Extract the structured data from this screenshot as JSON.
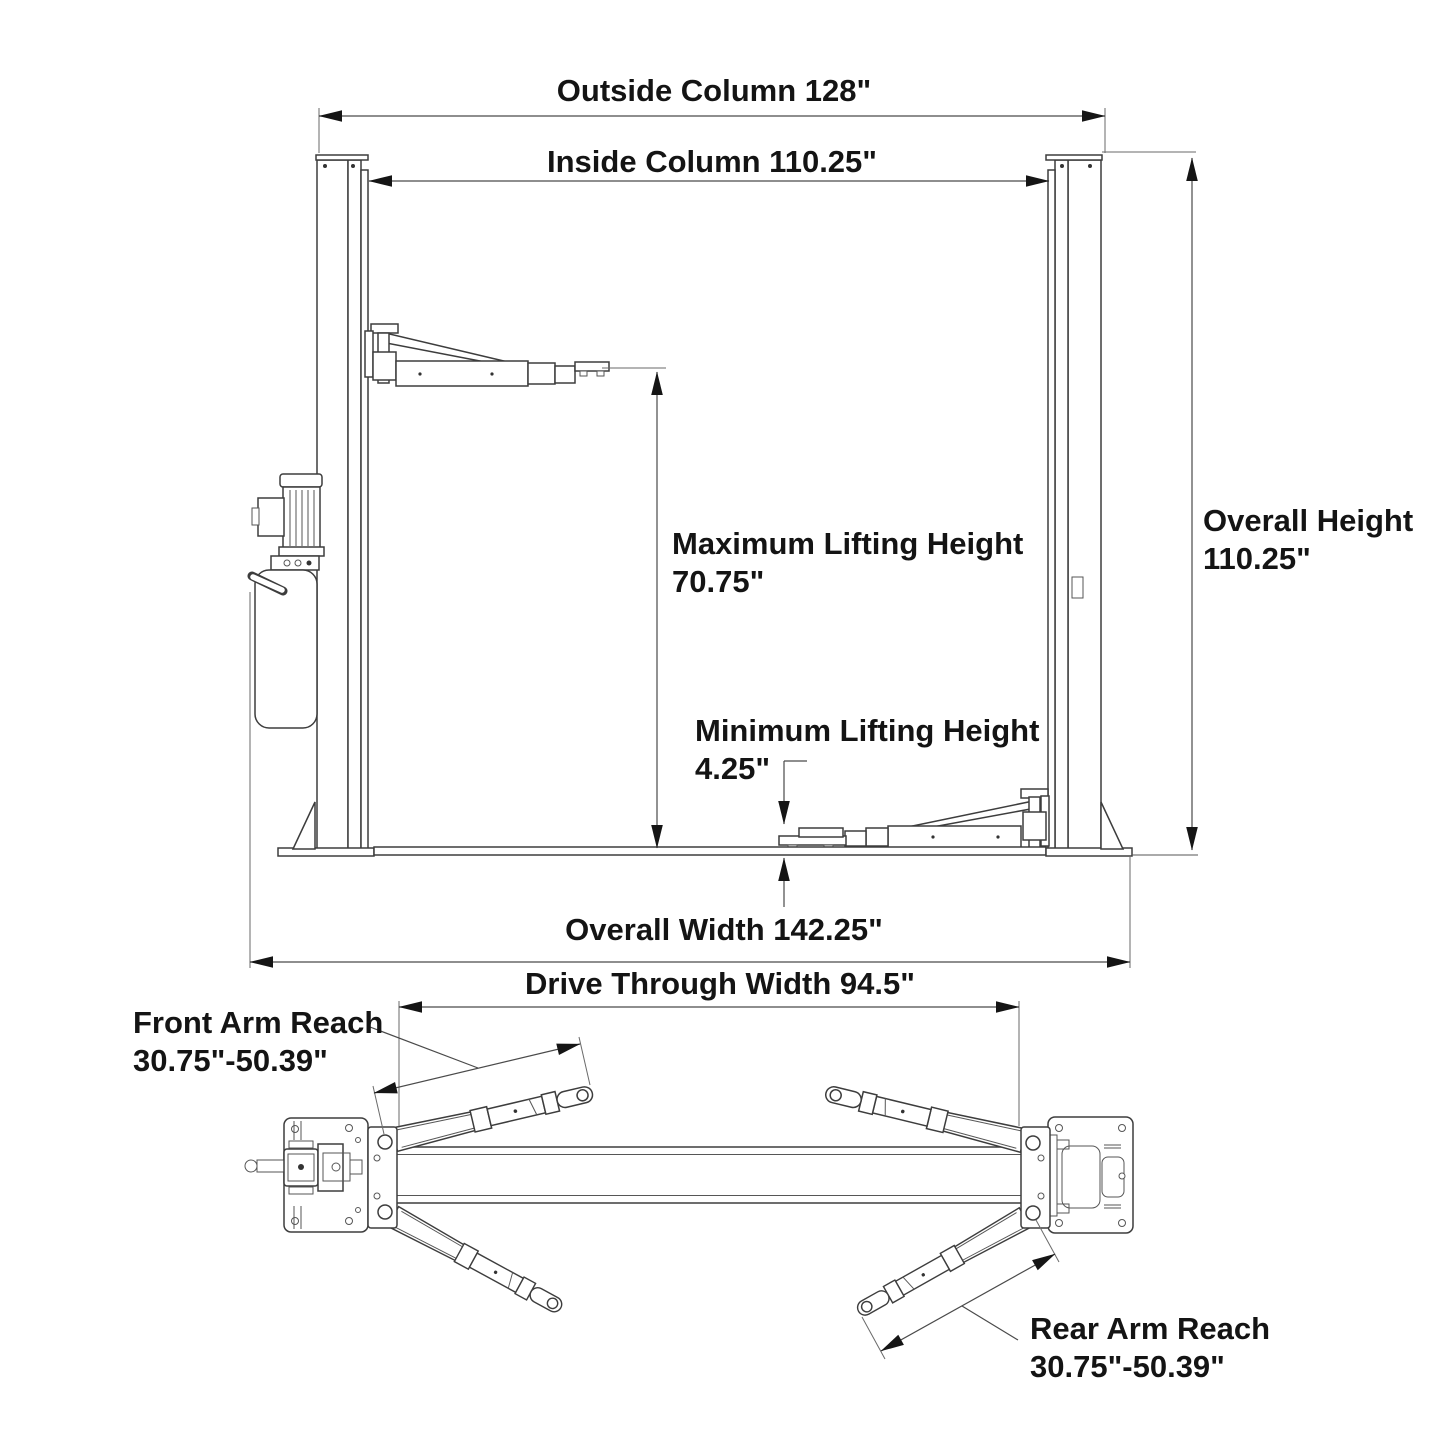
{
  "colors": {
    "background": "#ffffff",
    "drawing_lines": "#3d3d3d",
    "dimension_lines": "#4a4a4a",
    "text": "#141414"
  },
  "front_view": {
    "dims": {
      "outside_column": "Outside Column 128\"",
      "inside_column": "Inside Column 110.25\"",
      "overall_height_label": "Overall Height",
      "overall_height_value": "110.25\"",
      "max_lift_label": "Maximum Lifting Height",
      "max_lift_value": "70.75\"",
      "min_lift_label": "Minimum Lifting Height",
      "min_lift_value": "4.25\"",
      "overall_width": "Overall Width 142.25\""
    }
  },
  "top_view": {
    "dims": {
      "drive_through_width": "Drive Through Width 94.5\"",
      "front_arm_reach_label": "Front Arm Reach",
      "front_arm_reach_value": "30.75\"-50.39\"",
      "rear_arm_reach_label": "Rear Arm Reach",
      "rear_arm_reach_value": "30.75\"-50.39\""
    }
  }
}
